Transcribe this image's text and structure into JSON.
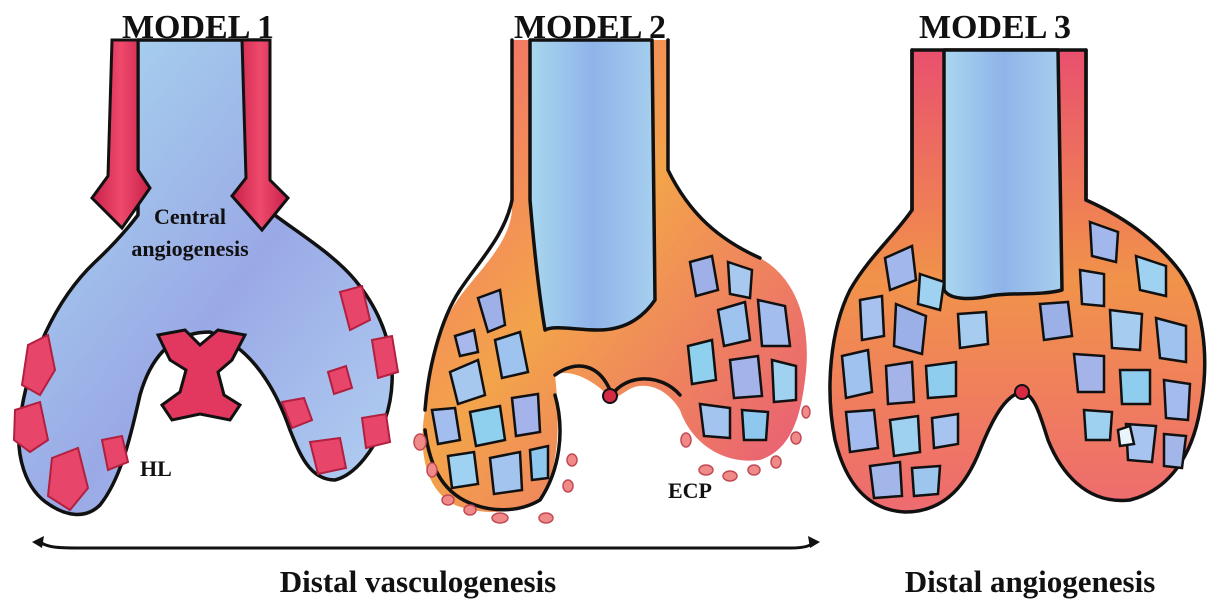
{
  "models": [
    {
      "title": "MODEL 1",
      "inner_label": "Central\nangiogenesis",
      "inner_label_lines": [
        "Central",
        "angiogenesis"
      ],
      "side_label": "HL"
    },
    {
      "title": "MODEL 2",
      "side_label": "ECP"
    },
    {
      "title": "MODEL 3"
    }
  ],
  "captions": {
    "left": "Distal vasculogenesis",
    "right": "Distal angiogenesis"
  },
  "colors": {
    "cartilage_blue": "#9ec3ec",
    "vessel_red": "#e23a5e",
    "vessel_orange": "#f0a03a",
    "vessel_yellow": "#f6d24a"
  }
}
